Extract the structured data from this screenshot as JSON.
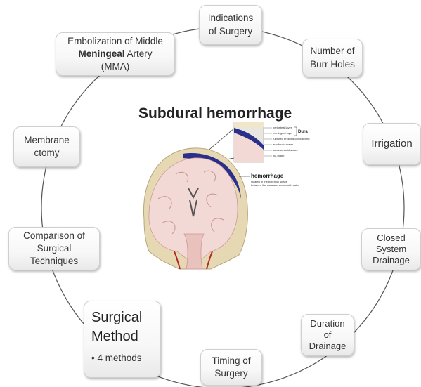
{
  "diagram": {
    "title": "Subdural hemorrhage",
    "nodes": [
      {
        "id": "indications",
        "lines": [
          "Indications",
          "of Surgery"
        ]
      },
      {
        "id": "burr-holes",
        "lines": [
          "Number of",
          "Burr Holes"
        ]
      },
      {
        "id": "irrigation",
        "lines": [
          "Irrigation"
        ]
      },
      {
        "id": "closed-system",
        "lines": [
          "Closed",
          "System",
          "Drainage"
        ]
      },
      {
        "id": "duration",
        "lines": [
          "Duration",
          "of",
          "Drainage"
        ]
      },
      {
        "id": "timing",
        "lines": [
          "Timing of",
          "Surgery"
        ]
      },
      {
        "id": "surgical-method",
        "lines": [
          "Surgical",
          "Method"
        ],
        "bullet": "4 methods"
      },
      {
        "id": "comparison",
        "lines": [
          "Comparison of",
          "Surgical",
          "Techniques"
        ]
      },
      {
        "id": "membranectomy",
        "lines": [
          "Membrane",
          "ctomy"
        ]
      },
      {
        "id": "embolization",
        "line1": "Embolization of Middle",
        "line2_bold": "Meningeal",
        "line2_rest": " Artery",
        "line3": "(MMA)"
      }
    ],
    "illustration": {
      "inset_labels": [
        "periosteal layer",
        "meningeal layer",
        "ruptured bridging cortical vein",
        "arachnoid mater",
        "subarachnoid space",
        "pia mater"
      ],
      "dura_label": "Dura",
      "hemorrhage_label": "hemorrhage",
      "hemorrhage_desc_1": "located in the potential space",
      "hemorrhage_desc_2": "between the dura and arachnoid mater"
    },
    "colors": {
      "ring": "#555555",
      "node_border": "#cfcfcf",
      "hemorrhage": "#2b2f8c",
      "brain": "#f3d9d6",
      "bone": "#e6d8b3"
    }
  }
}
